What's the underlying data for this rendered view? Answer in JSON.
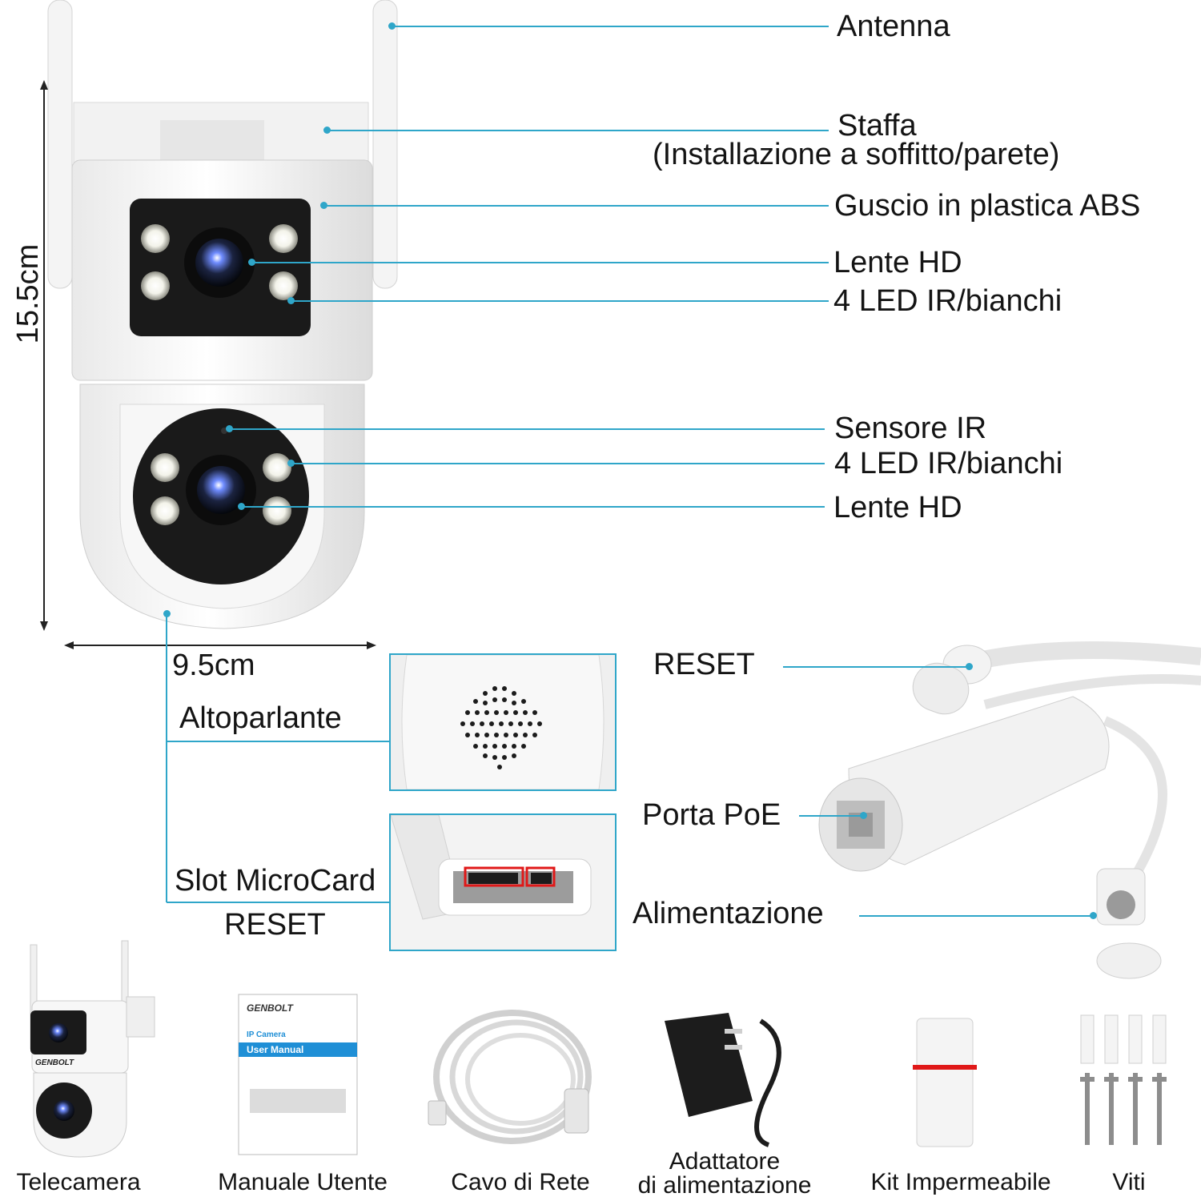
{
  "callouts": {
    "antenna": "Antenna",
    "bracket_line1": "Staffa",
    "bracket_line2": "(Installazione a soffitto/parete)",
    "shell": "Guscio in plastica ABS",
    "lens_top": "Lente HD",
    "led_top": "4 LED IR/bianchi",
    "ir_sensor": "Sensore IR",
    "led_bottom": "4 LED IR/bianchi",
    "lens_bottom": "Lente HD"
  },
  "dimensions": {
    "height": "15.5cm",
    "width": "9.5cm"
  },
  "detail": {
    "speaker": "Altoparlante",
    "card_slot": "Slot MicroCard",
    "reset_slot": "RESET",
    "reset_cable": "RESET",
    "poe_port": "Porta PoE",
    "power": "Alimentazione"
  },
  "package": [
    {
      "label": "Telecamera",
      "icon": "camera-icon"
    },
    {
      "label": "Manuale Utente",
      "icon": "manual-icon"
    },
    {
      "label": "Cavo di Rete",
      "icon": "network-cable-icon"
    },
    {
      "label_line1": "Adattatore",
      "label_line2": "di alimentazione",
      "icon": "power-adapter-icon"
    },
    {
      "label": "Kit Impermeabile",
      "icon": "waterproof-kit-icon"
    },
    {
      "label": "Viti",
      "icon": "screws-icon"
    }
  ],
  "manual": {
    "brand": "GENBOLT",
    "subtitle": "IP Camera",
    "title": "User Manual"
  },
  "camera_brand": "GENBOLT",
  "colors": {
    "accent": "#2fa6c9",
    "highlight": "#e01818"
  }
}
